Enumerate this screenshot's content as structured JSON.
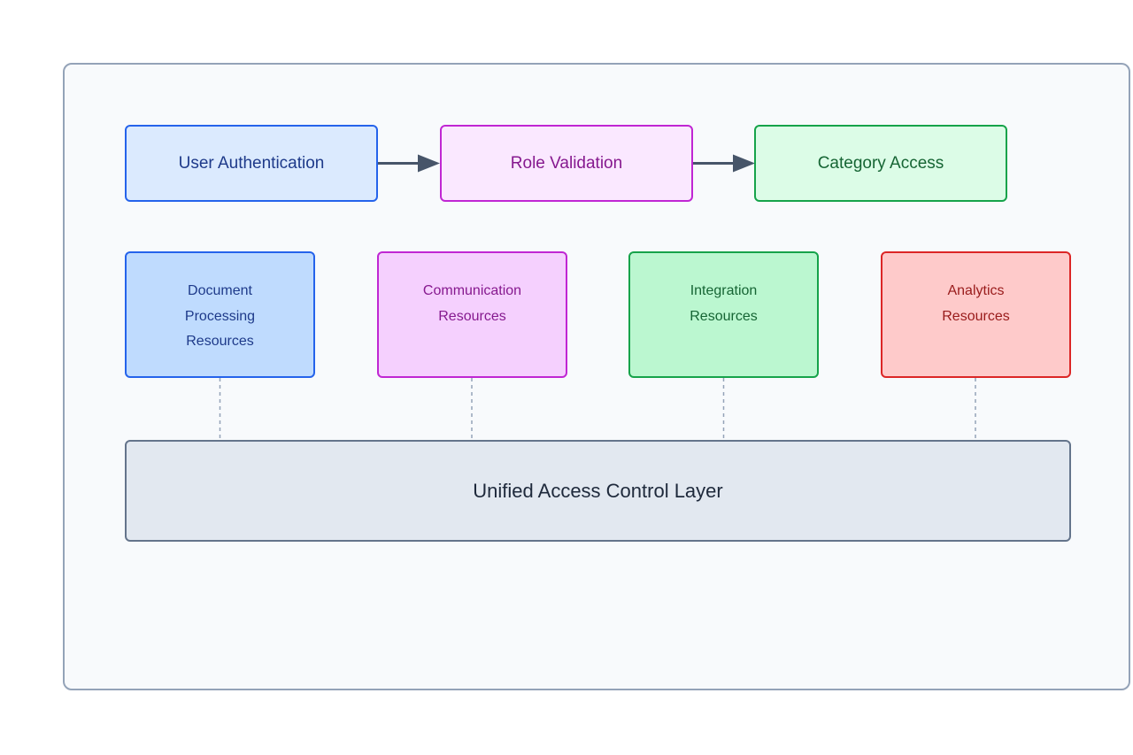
{
  "flow": [
    {
      "label": "User Authentication"
    },
    {
      "label": "Role Validation"
    },
    {
      "label": "Category Access"
    }
  ],
  "resources": [
    {
      "lines": [
        "Document",
        "Processing",
        "Resources"
      ]
    },
    {
      "lines": [
        "Communication",
        "Resources"
      ]
    },
    {
      "lines": [
        "Integration",
        "Resources"
      ]
    },
    {
      "lines": [
        "Analytics",
        "Resources"
      ]
    }
  ],
  "layer": {
    "label": "Unified Access Control Layer"
  },
  "colors": {
    "frame_border": "#94a3b8",
    "arrow": "#475569",
    "dashed_link": "#94a3b8",
    "blue": "#2563eb",
    "purple": "#c026d3",
    "green": "#16a34a",
    "red": "#dc2626"
  }
}
